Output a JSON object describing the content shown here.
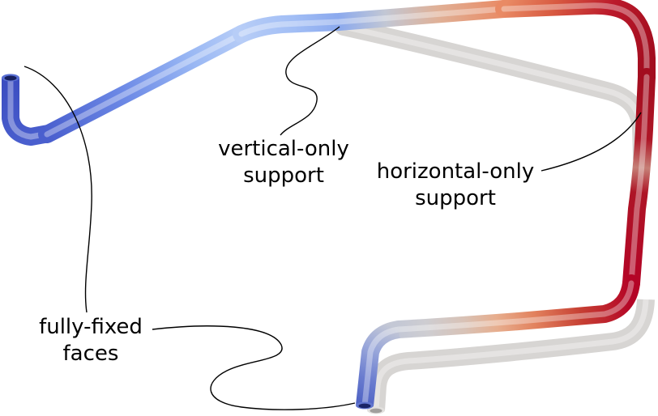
{
  "annotations": {
    "vertical_support": "vertical-only\nsupport",
    "horizontal_support": "horizontal-only\nsupport",
    "fixed_faces": "fully-fixed\nfaces"
  },
  "colors": {
    "background": "#ffffff",
    "leader_line": "#000000",
    "field_min_blue": "#3b4cc0",
    "field_neutral_gray": "#dddcdc",
    "field_max_red": "#b40426",
    "undeformed_pipe_gray": "#d7d5d3"
  }
}
